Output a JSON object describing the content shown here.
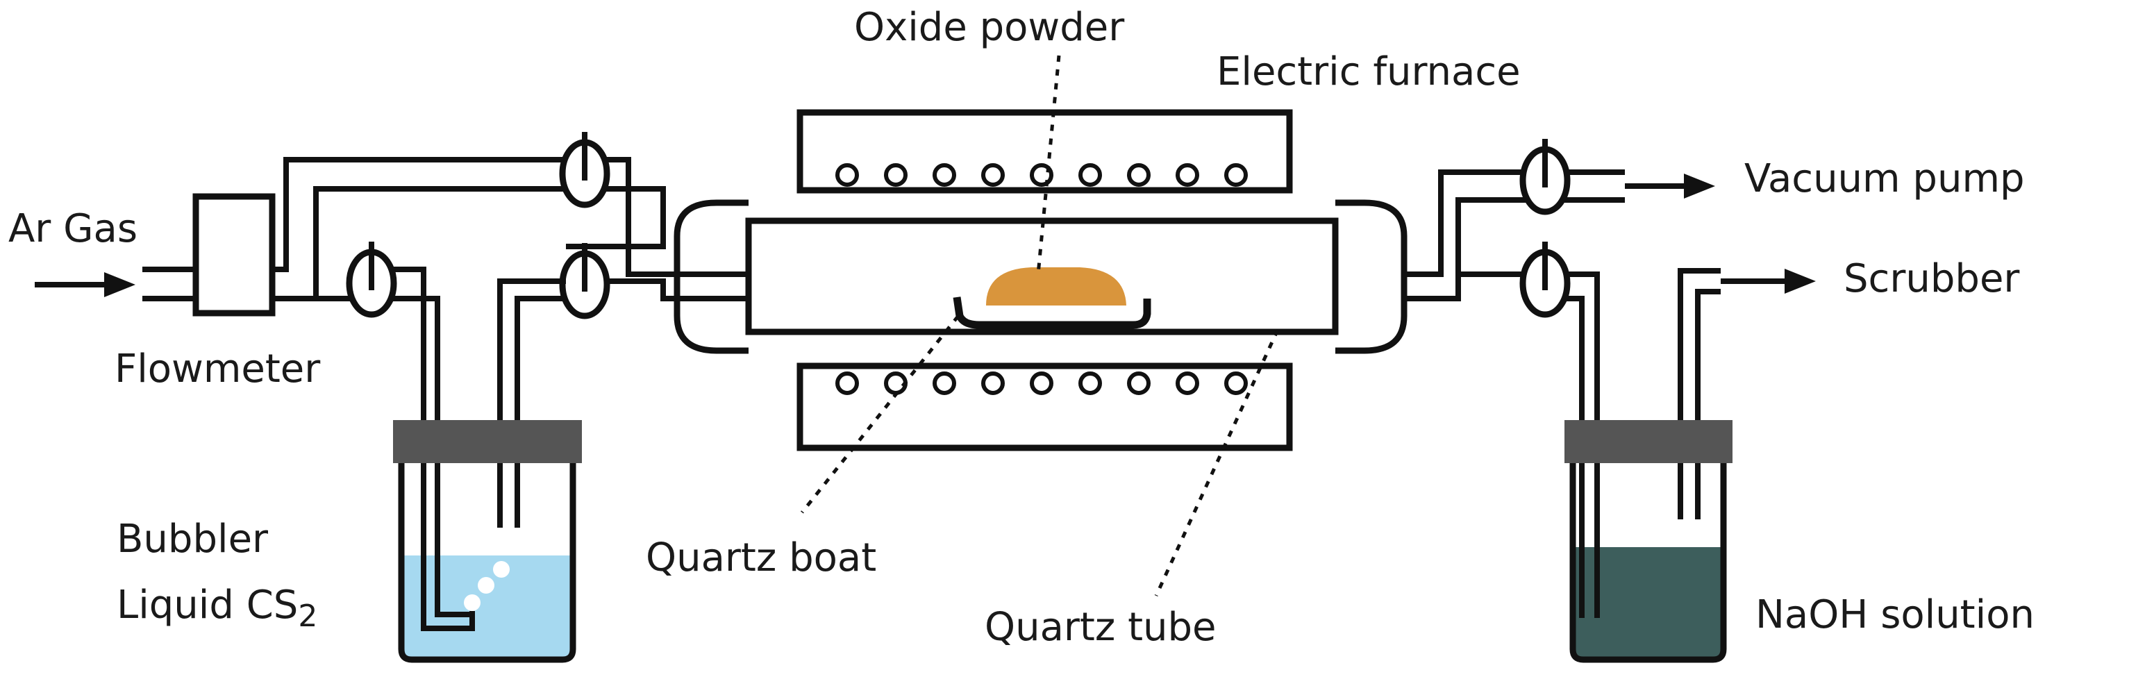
{
  "labels": {
    "ar_gas": "Ar Gas",
    "flowmeter": "Flowmeter",
    "bubbler": "Bubbler",
    "liquid_cs2": "Liquid CS",
    "cs2_subscript": "2",
    "oxide_powder": "Oxide powder",
    "electric_furnace": "Electric furnace",
    "quartz_boat": "Quartz boat",
    "quartz_tube": "Quartz tube",
    "vacuum_pump": "Vacuum pump",
    "scrubber": "Scrubber",
    "naoh_solution": "NaOH solution"
  },
  "colors": {
    "furnace": "#b5412f",
    "flowmeter": "#fcefbf",
    "cs2_liquid": "#a6d9f0",
    "naoh_liquid": "#3d5e5c",
    "stopper": "#555555",
    "powder": "#d9953c",
    "line": "#111111"
  }
}
